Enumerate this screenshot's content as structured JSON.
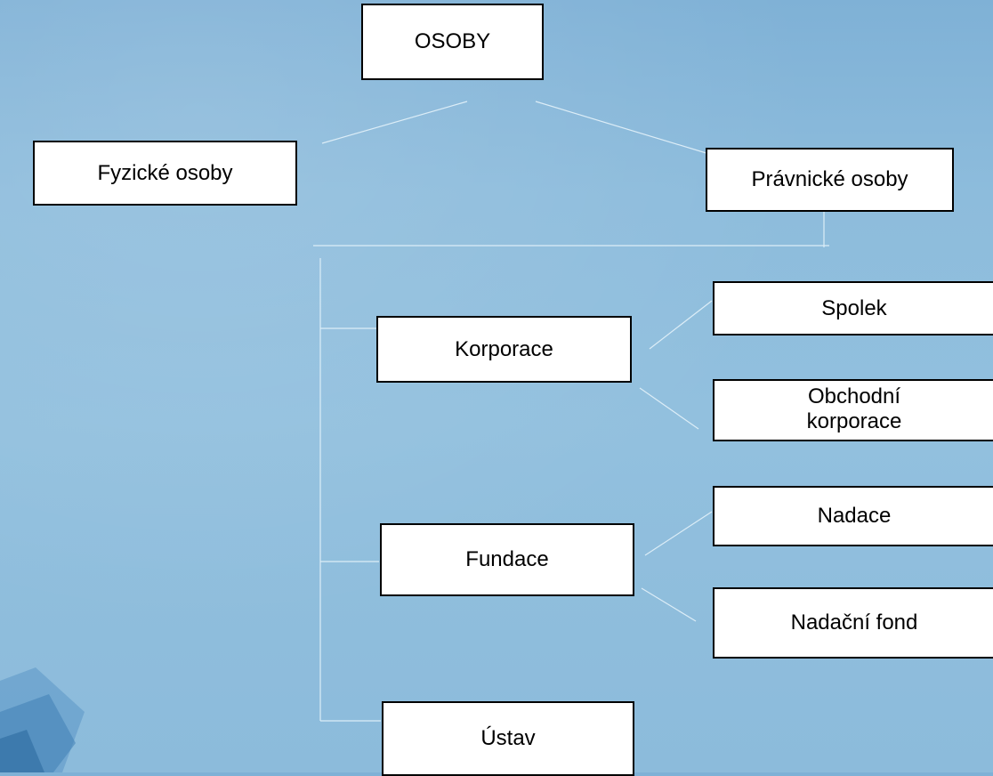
{
  "diagram": {
    "root": {
      "label": "OSOBY"
    },
    "natural_persons": {
      "label": "Fyzické osoby"
    },
    "legal_persons": {
      "label": "Právnické osoby"
    },
    "corporations": {
      "label": "Korporace",
      "children": [
        {
          "label": "Spolek"
        },
        {
          "label": "Obchodní korporace"
        }
      ]
    },
    "foundations": {
      "label": "Fundace",
      "children": [
        {
          "label": "Nadace"
        },
        {
          "label": "Nadační fond"
        }
      ]
    },
    "institute": {
      "label": "Ústav"
    }
  },
  "colors": {
    "background": "#8dbcdc",
    "box_fill": "#ffffff",
    "box_border": "#000000",
    "connector": "#dcedf7"
  }
}
